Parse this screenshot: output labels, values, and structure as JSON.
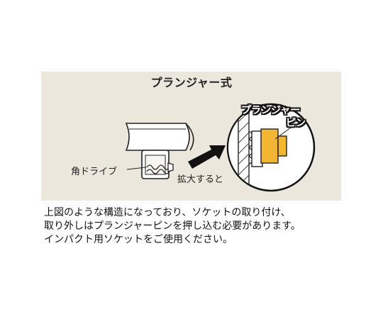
{
  "diagram": {
    "title": "プランジャー式",
    "drive_label": "角ドライブ",
    "zoom_label": "拡大すると",
    "callout_line1": "プランジャー",
    "callout_line2": "ピン"
  },
  "description": {
    "line1": "上図のような構造になっており、ソケットの取り付け、",
    "line2": "取り外しはプランジャーピンを押し込む必要があります。",
    "line3": "インパクト用ソケットをご使用ください。"
  },
  "colors": {
    "panel_bg": "#ebe7dc",
    "pin_yellow": "#f2b632",
    "arrow": "#111111"
  }
}
